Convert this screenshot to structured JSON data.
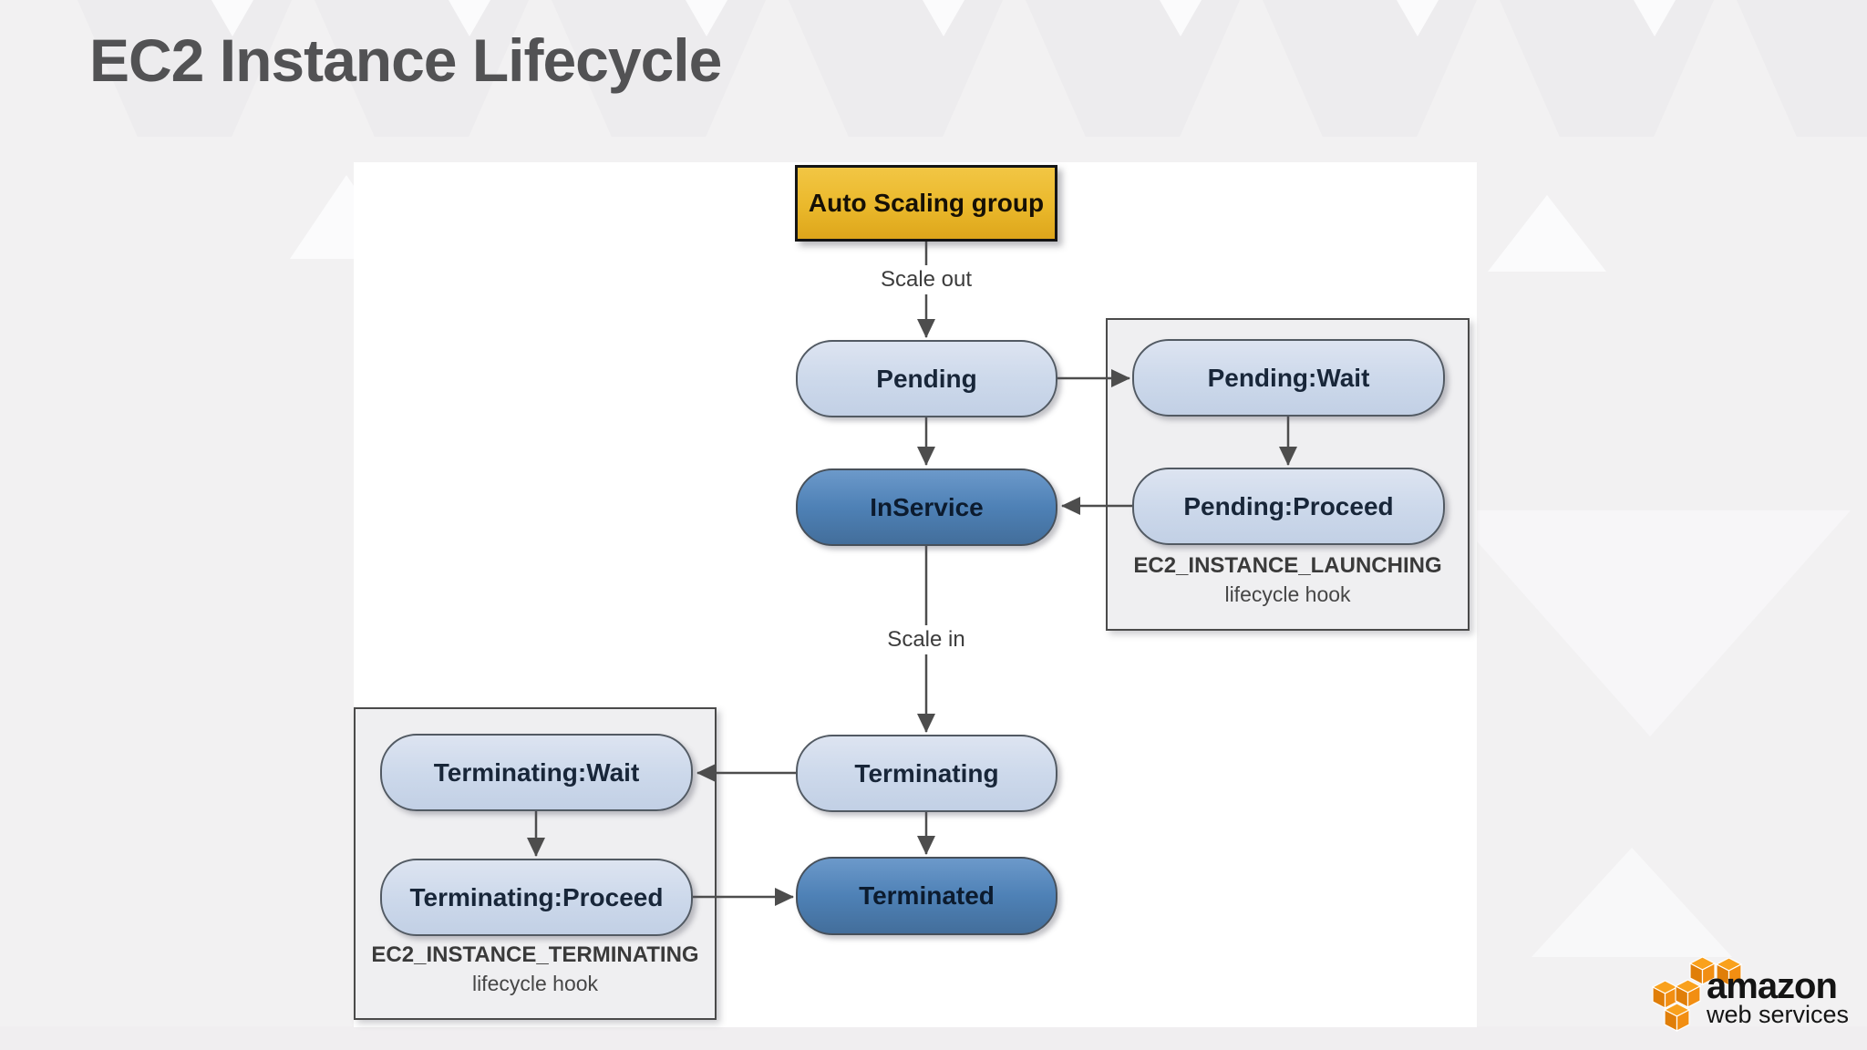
{
  "slide": {
    "title": "EC2 Instance Lifecycle"
  },
  "diagram": {
    "nodes": {
      "asg": {
        "label": "Auto Scaling group"
      },
      "pending": {
        "label": "Pending"
      },
      "pending_wait": {
        "label": "Pending:Wait"
      },
      "pending_proceed": {
        "label": "Pending:Proceed"
      },
      "inservice": {
        "label": "InService"
      },
      "terminating": {
        "label": "Terminating"
      },
      "terminating_wait": {
        "label": "Terminating:Wait"
      },
      "terminating_proceed": {
        "label": "Terminating:Proceed"
      },
      "terminated": {
        "label": "Terminated"
      }
    },
    "groups": {
      "launching": {
        "title": "EC2_INSTANCE_LAUNCHING",
        "subtitle": "lifecycle hook"
      },
      "terminating": {
        "title": "EC2_INSTANCE_TERMINATING",
        "subtitle": "lifecycle hook"
      }
    },
    "edge_labels": {
      "scale_out": "Scale out",
      "scale_in": "Scale in"
    }
  },
  "logo": {
    "line1": "amazon",
    "line2": "web services"
  },
  "colors": {
    "background": "#F2F1F2",
    "canvas": "#FFFFFF",
    "title_text": "#525254",
    "asg_gold": "#EAB82B",
    "node_light_blue": "#CDD9EB",
    "node_dark_blue": "#4E81B6",
    "group_fill": "#EFEFF1",
    "arrow_gray": "#4D4D4D",
    "aws_orange": "#F6941E"
  }
}
